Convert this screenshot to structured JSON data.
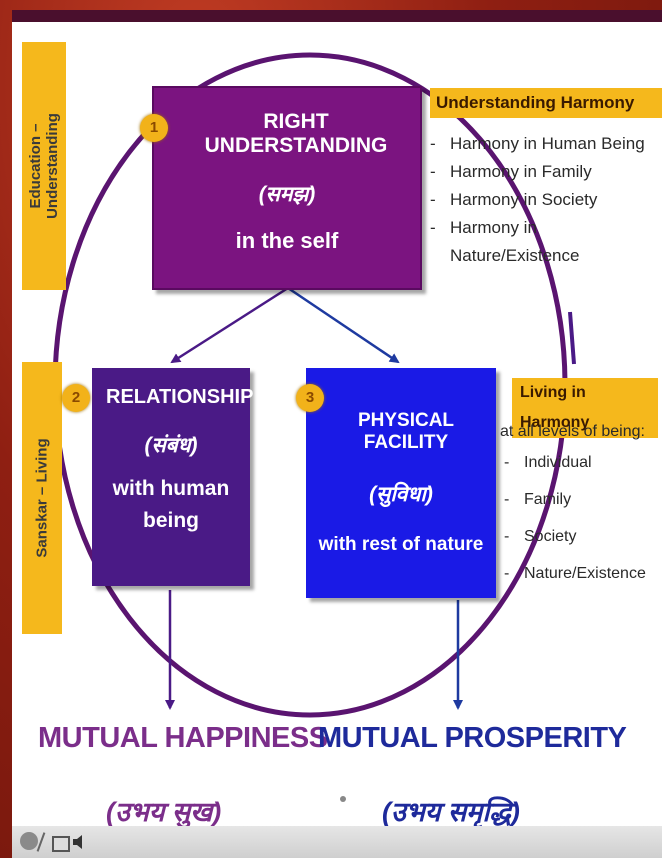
{
  "colors": {
    "purple": "#7b1480",
    "dark_purple": "#4a1a86",
    "blue": "#1a1ae6",
    "gold": "#f5b81c",
    "outcome_purple": "#7b2e8a",
    "outcome_blue": "#1e2a9b"
  },
  "side_tabs": {
    "top": [
      "Education –",
      "Understanding"
    ],
    "bottom": "Sanskar – Living"
  },
  "boxes": {
    "right_understanding": {
      "number": "1",
      "title": "RIGHT UNDERSTANDING",
      "hindi": "(समझ)",
      "subtitle": "in the self"
    },
    "relationship": {
      "number": "2",
      "title": "RELATIONSHIP",
      "hindi": "(संबंध)",
      "subtitle_1": "with human",
      "subtitle_2": "being"
    },
    "physical_facility": {
      "number": "3",
      "title": "PHYSICAL FACILITY",
      "hindi": "(सुविधा)",
      "subtitle": "with rest of nature"
    }
  },
  "understanding_harmony": {
    "heading": "Understanding Harmony",
    "items": [
      "Harmony in Human Being",
      "Harmony in  Family",
      "Harmony in  Society",
      "Harmony in"
    ],
    "continuation": "Nature/Existence"
  },
  "living_harmony": {
    "heading": "Living in Harmony",
    "intro": "at all levels of being:",
    "items": [
      "Individual",
      "Family",
      "Society",
      "Nature/Existence"
    ]
  },
  "outcomes": {
    "happiness": "MUTUAL HAPPINESS",
    "happiness_hindi": "(उभय सुख)",
    "prosperity": "MUTUAL PROSPERITY",
    "prosperity_hindi": "(उभय समृद्धि)"
  }
}
